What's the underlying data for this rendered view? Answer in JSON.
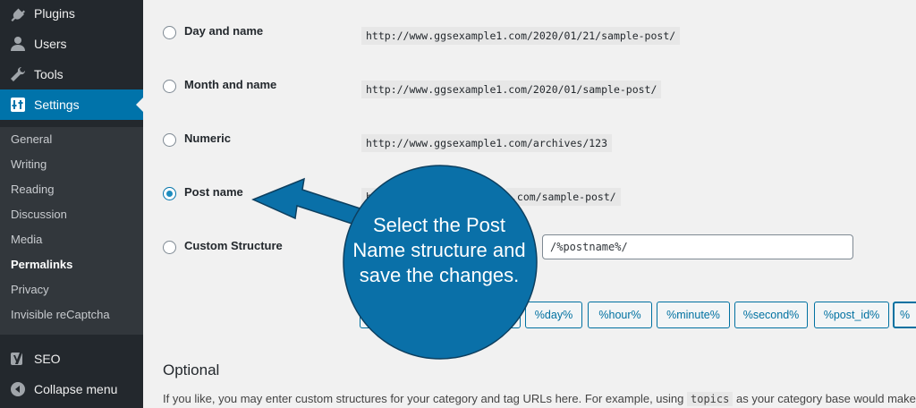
{
  "sidebar": {
    "menu": [
      {
        "label": "Plugins",
        "icon": "plugins-icon"
      },
      {
        "label": "Users",
        "icon": "users-icon"
      },
      {
        "label": "Tools",
        "icon": "tools-icon"
      },
      {
        "label": "Settings",
        "icon": "settings-icon"
      }
    ],
    "submenu": [
      "General",
      "Writing",
      "Reading",
      "Discussion",
      "Media",
      "Permalinks",
      "Privacy",
      "Invisible reCaptcha"
    ],
    "current_submenu": "Permalinks",
    "seo": {
      "label": "SEO",
      "icon": "yoast-seo-icon"
    },
    "collapse": {
      "label": "Collapse menu",
      "icon": "collapse-arrow-icon"
    }
  },
  "permalinks": {
    "options": [
      {
        "label": "Day and name",
        "example": "http://www.ggsexample1.com/2020/01/21/sample-post/",
        "checked": false
      },
      {
        "label": "Month and name",
        "example": "http://www.ggsexample1.com/2020/01/sample-post/",
        "checked": false
      },
      {
        "label": "Numeric",
        "example": "http://www.ggsexample1.com/archives/123",
        "checked": false
      },
      {
        "label": "Post name",
        "example_visible": "ht",
        "example_visible_end": ".com/sample-post/",
        "checked": true
      },
      {
        "label": "Custom Structure",
        "checked": false
      }
    ],
    "custom_value": "/%postname%/",
    "tags": [
      "%day%",
      "%hour%",
      "%minute%",
      "%second%",
      "%post_id%",
      "%"
    ]
  },
  "optional": {
    "heading": "Optional",
    "text_before": "If you like, you may enter custom structures for your category and tag URLs here. For example, using",
    "code": "topics",
    "text_after": "as your category base would make"
  },
  "callout": {
    "text": "Select the Post Name structure and save the changes.",
    "color": "#0a70a8"
  }
}
